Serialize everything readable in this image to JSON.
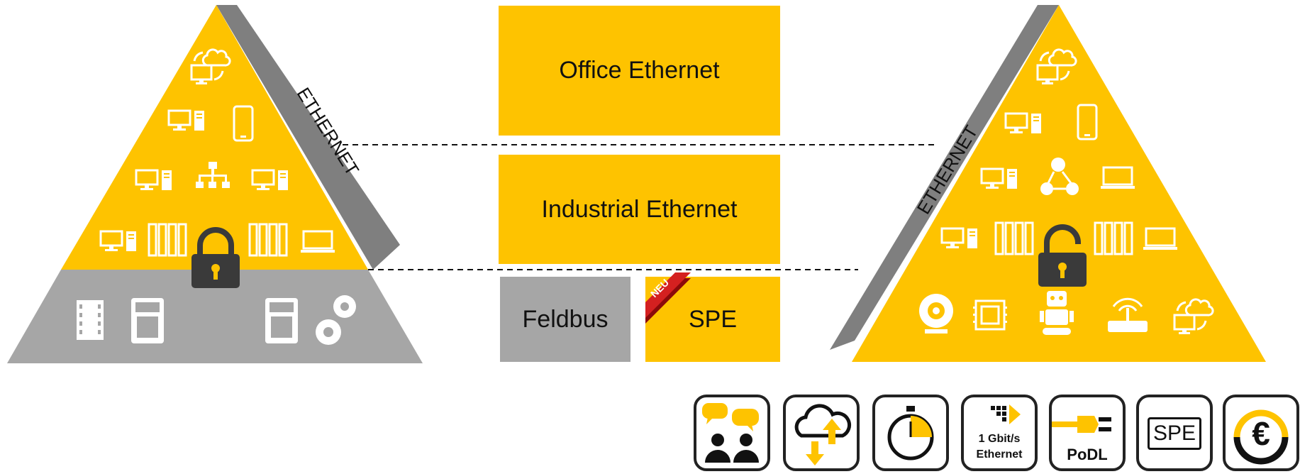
{
  "layers": {
    "office": "Office Ethernet",
    "industrial": "Industrial Ethernet",
    "fieldbus": "Feldbus",
    "spe": "SPE",
    "new_badge": "NEU"
  },
  "pyramid_left": {
    "side_label": "ETHERNET"
  },
  "pyramid_right": {
    "side_label": "ETHERNET"
  },
  "benefit_icons": {
    "bandwidth_line1": "1 Gbit/s",
    "bandwidth_line2": "Ethernet",
    "podl": "PoDL",
    "spe": "SPE",
    "cost": "€"
  },
  "colors": {
    "accent_yellow": "#fec300",
    "grey": "#a6a6a6",
    "dark_grey": "#7f7f7f"
  }
}
